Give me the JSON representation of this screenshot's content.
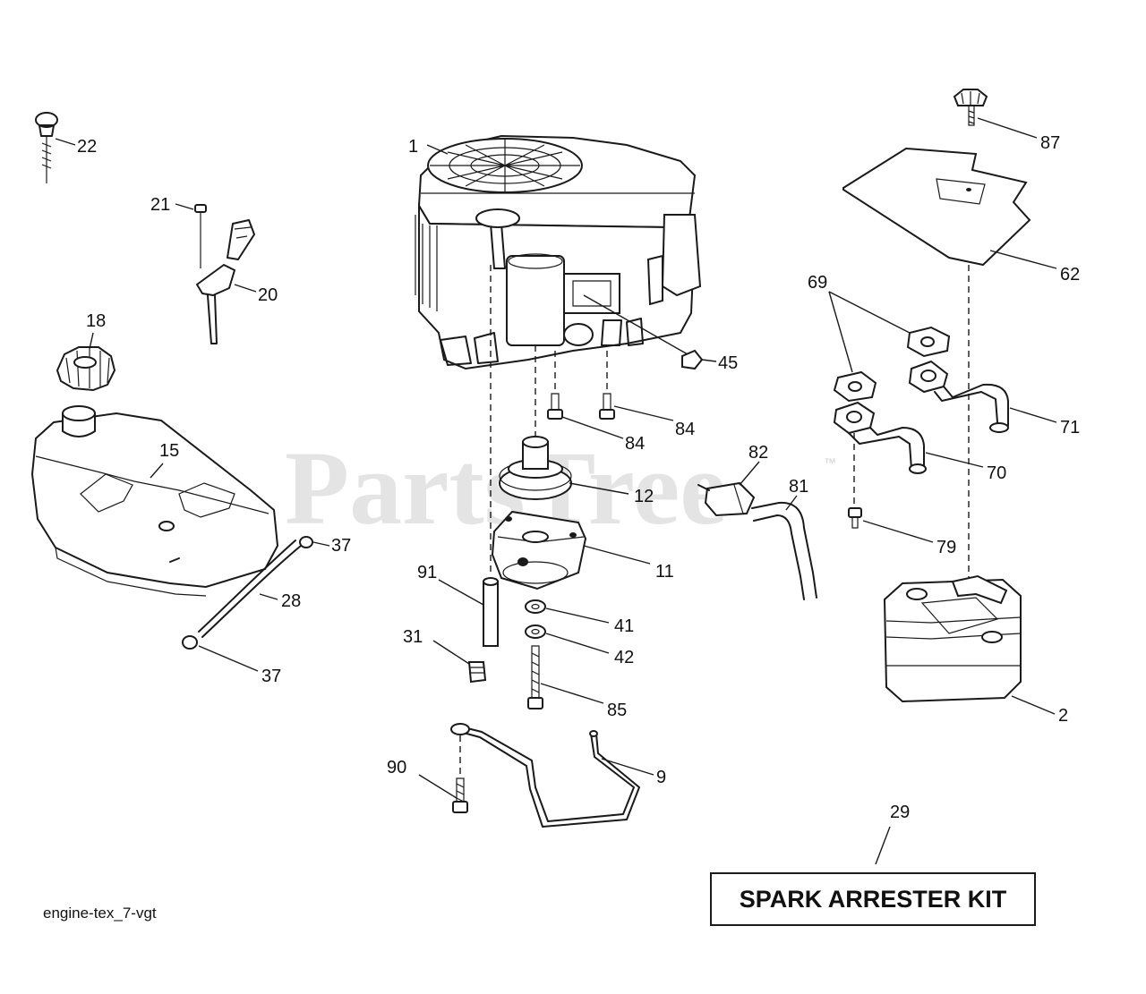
{
  "watermark": {
    "text": "PartsTree",
    "mark": "™"
  },
  "footer_code": "engine-tex_7-vgt",
  "kit_label": "SPARK ARRESTER KIT",
  "callouts": {
    "c1": "1",
    "c2": "2",
    "c9": "9",
    "c11": "11",
    "c12": "12",
    "c15": "15",
    "c18": "18",
    "c20": "20",
    "c21": "21",
    "c22": "22",
    "c28": "28",
    "c29": "29",
    "c31": "31",
    "c37a": "37",
    "c37b": "37",
    "c41": "41",
    "c42": "42",
    "c45": "45",
    "c62": "62",
    "c69": "69",
    "c70": "70",
    "c71": "71",
    "c79": "79",
    "c81": "81",
    "c82": "82",
    "c84a": "84",
    "c84b": "84",
    "c85": "85",
    "c87": "87",
    "c90": "90",
    "c91": "91"
  }
}
